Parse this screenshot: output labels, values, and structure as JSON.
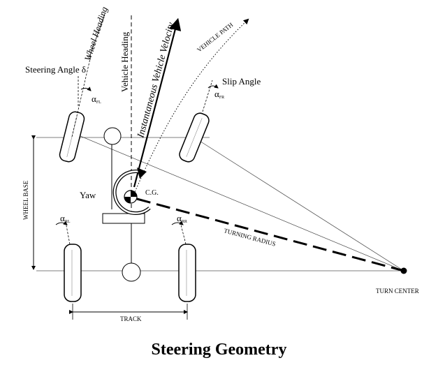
{
  "labels": {
    "steering_angle": "Steering Angle δ",
    "wheel_heading": "Wheel Heading",
    "vehicle_heading": "Vehicle Heading",
    "instantaneous_velocity": "Instantaneous Vehicle Velocity",
    "vehicle_path": "VEHICLE PATH",
    "slip_angle": "Slip Angle",
    "alpha_fl": "α",
    "alpha_fl_sub": "FL",
    "alpha_fr": "α",
    "alpha_fr_sub": "FR",
    "alpha_rl": "α",
    "alpha_rl_sub": "RL",
    "alpha_rr": "α",
    "alpha_rr_sub": "RR",
    "yaw": "Yaw",
    "cg": "C.G.",
    "wheel_base": "WHEEL BASE",
    "turning_radius": "TURNING RADIUS",
    "turn_center": "TURN CENTER",
    "track": "TRACK"
  },
  "caption": "Steering Geometry"
}
